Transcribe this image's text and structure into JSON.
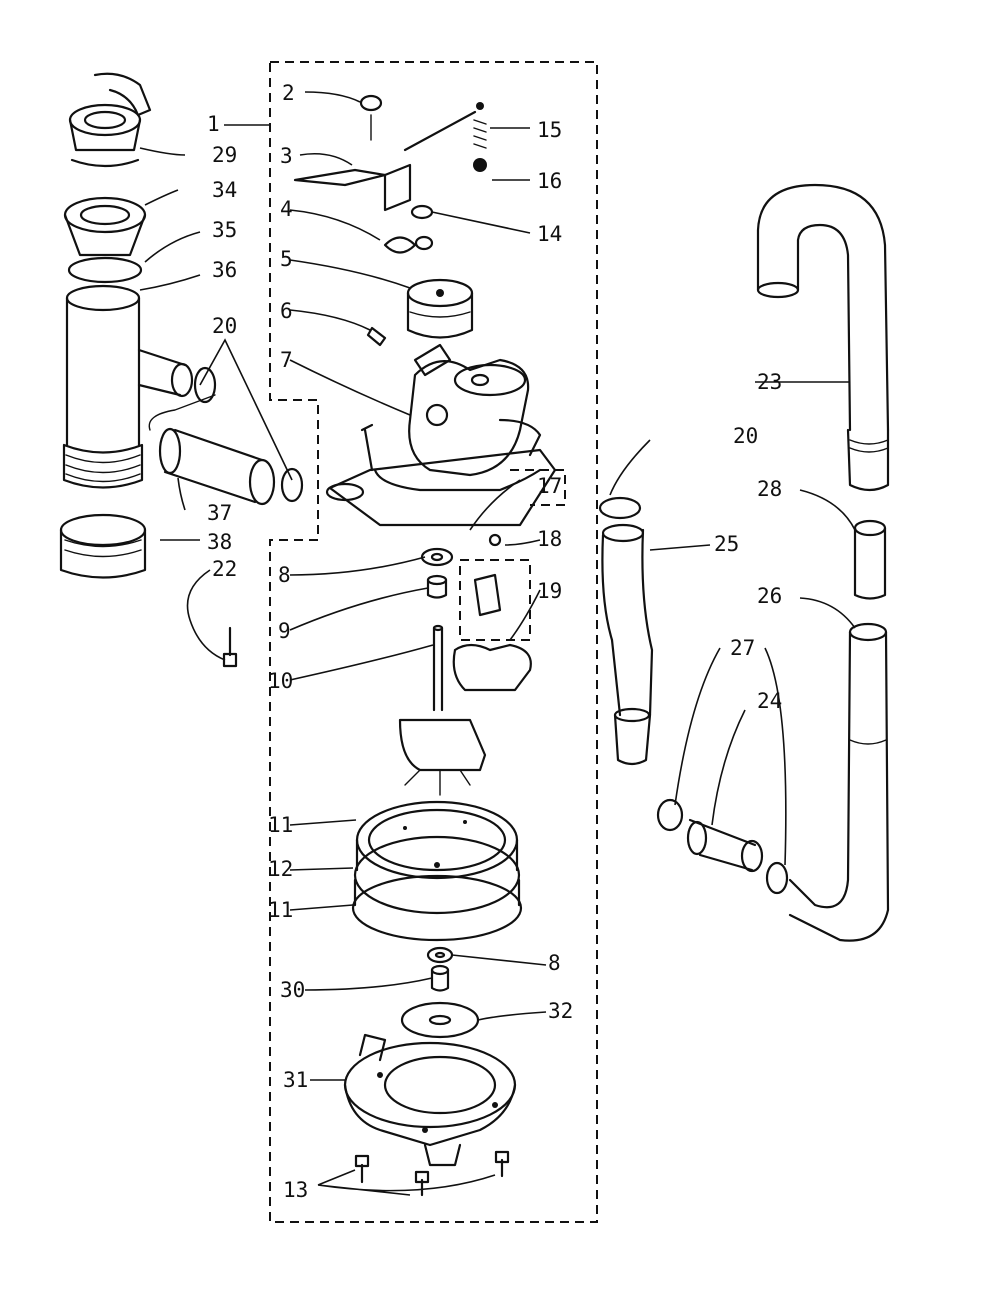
{
  "labels": {
    "l1": "1",
    "l2": "2",
    "l3": "3",
    "l4": "4",
    "l5": "5",
    "l6": "6",
    "l7": "7",
    "l8a": "8",
    "l8b": "8",
    "l9": "9",
    "l10": "10",
    "l11a": "11",
    "l11b": "11",
    "l12": "12",
    "l13": "13",
    "l14": "14",
    "l15": "15",
    "l16": "16",
    "l17": "17",
    "l18": "18",
    "l19": "19",
    "l20a": "20",
    "l20b": "20",
    "l22": "22",
    "l23": "23",
    "l24": "24",
    "l25": "25",
    "l26": "26",
    "l27": "27",
    "l28": "28",
    "l29": "29",
    "l30": "30",
    "l31": "31",
    "l32": "32",
    "l34": "34",
    "l35": "35",
    "l36": "36",
    "l37": "37",
    "l38": "38"
  }
}
